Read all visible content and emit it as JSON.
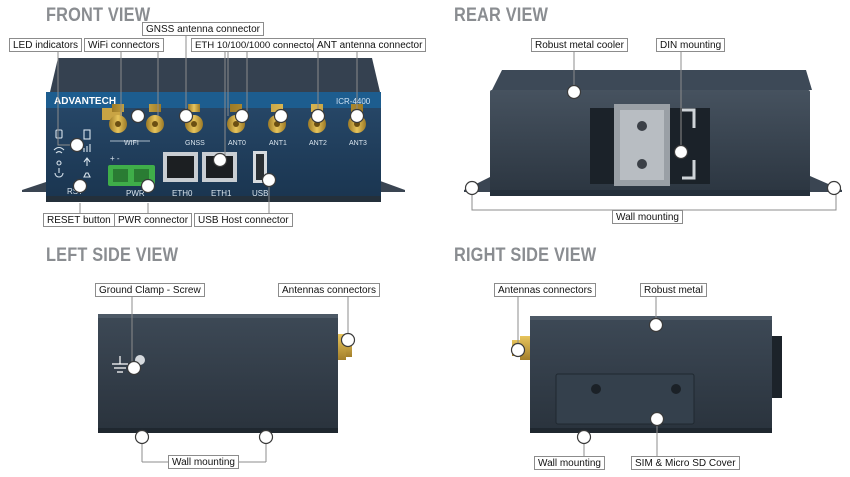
{
  "views": {
    "front": "FRONT VIEW",
    "rear": "REAR VIEW",
    "left": "LEFT SIDE VIEW",
    "right": "RIGHT SIDE VIEW"
  },
  "callouts": {
    "led_indicators": "LED indicators",
    "wifi_connectors": "WiFi connectors",
    "gnss_antenna_connector": "GNSS antenna connector",
    "eth_connectors": "ETH 10/100/1000 connectors",
    "ant_antenna_connector": "ANT antenna connector",
    "reset_button": "RESET button",
    "pwr_connector": "PWR connector",
    "usb_host_connector": "USB Host connector",
    "robust_metal_cooler": "Robust metal cooler",
    "din_mounting": "DIN mounting",
    "rear_wall_mounting": "Wall mounting",
    "ground_clamp_screw": "Ground Clamp - Screw",
    "left_antennas_connectors": "Antennas connectors",
    "left_wall_mounting": "Wall mounting",
    "right_antennas_connectors": "Antennas connectors",
    "robust_metal": "Robust metal",
    "right_wall_mounting": "Wall mounting",
    "sim_sd_cover": "SIM & Micro SD Cover"
  },
  "device": {
    "brand": "ADVANTECH",
    "model": "ICR-4400",
    "wifi_label": "WIFI",
    "port_labels": {
      "gnss": "GNSS",
      "ant0": "ANT0",
      "ant1": "ANT1",
      "ant2": "ANT2",
      "ant3": "ANT3",
      "eth0": "ETH0",
      "eth1": "ETH1",
      "usb": "USB",
      "rst": "RST",
      "pwr": "PWR"
    },
    "pwr_polarity": "+   -"
  },
  "colors": {
    "title_gray": "#8a8d91",
    "body_dark": "#2e3a46",
    "body_mid": "#3a4653",
    "face_blue": "#1e3f5e",
    "brand_band": "#1d5d8f",
    "gold": "#c9a444",
    "terminal_green": "#3fae49",
    "line_gray": "#8c8c8c"
  }
}
